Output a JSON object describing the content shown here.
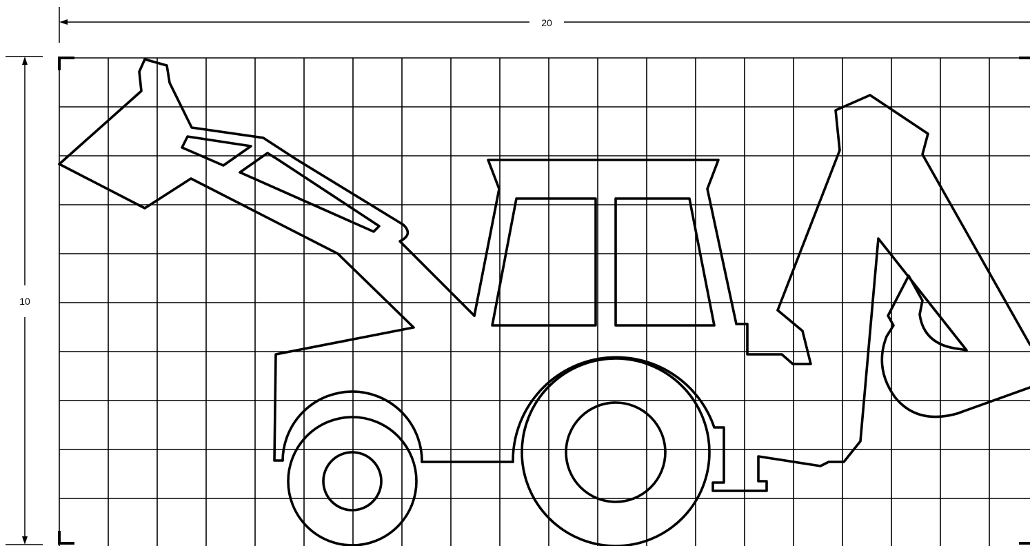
{
  "dimensions": {
    "width_label": "20",
    "height_label": "10",
    "width_units": 20,
    "height_units": 10
  },
  "grid": {
    "columns": 20,
    "rows": 10,
    "visible": true
  },
  "drawing": {
    "subject_icon": "backhoe-loader-icon",
    "line_color": "#000000",
    "background_color": "#ffffff"
  }
}
